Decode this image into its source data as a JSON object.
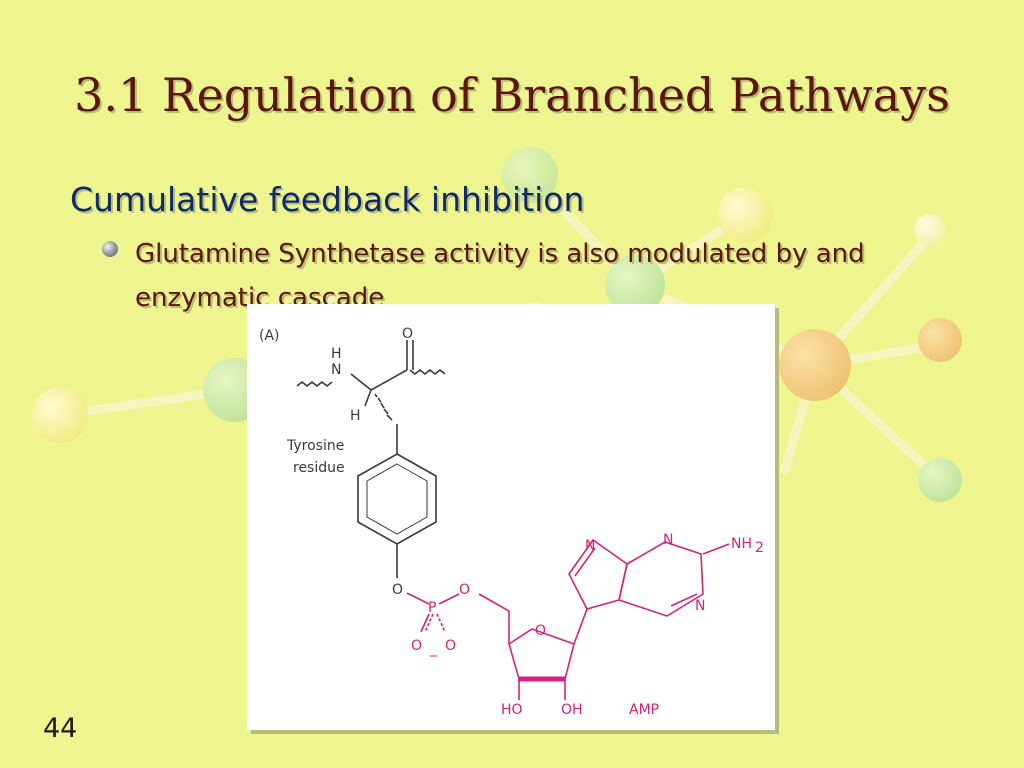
{
  "slide": {
    "title": "3.1 Regulation of Branched Pathways",
    "heading": "Cumulative feedback inhibition",
    "bullet": "Glutamine Synthetase activity is also modulated by and enzymatic cascade",
    "page_number": "44"
  },
  "figure": {
    "panel_label": "(A)",
    "tyrosine_label_line1": "Tyrosine",
    "tyrosine_label_line2": "residue",
    "atoms": {
      "amide_h": "H",
      "amide_n": "N",
      "carbonyl_o": "O",
      "alpha_h": "H",
      "phenol_o": "O",
      "phosphate_o_bridge": "O",
      "phosphate_p": "P",
      "phosphate_o_left": "O",
      "phosphate_o_right": "O",
      "phosphate_charge": "_",
      "ring_o": "O",
      "purine_n7": "N",
      "purine_n1": "N",
      "purine_n3": "N",
      "amino": "NH",
      "amino_sub": "2",
      "hydroxyl_left": "HO",
      "hydroxyl_right": "OH",
      "amp_label": "AMP"
    },
    "colors": {
      "bonds": "#3a3a3a",
      "amp": "#d4237a"
    }
  },
  "colors": {
    "background": "#eef58f",
    "title": "#5a1608",
    "heading": "#0f2a6b",
    "bullet_text": "#5a1608"
  }
}
